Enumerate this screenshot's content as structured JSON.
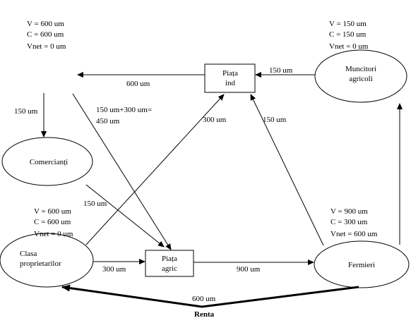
{
  "nodes": {
    "piata_ind": [
      "Piața",
      "ind"
    ],
    "muncitori": [
      "Muncitori",
      "agricoli"
    ],
    "comercianti": "Comercianți",
    "clasa": [
      "Clasa",
      "proprietarilor"
    ],
    "piata_agric": [
      "Piața",
      "agric"
    ],
    "fermieri": "Fermieri"
  },
  "info": {
    "top_left": [
      "V = 600 um",
      "C = 600 um",
      "Vnet = 0 um"
    ],
    "top_right": [
      "V = 150 um",
      "C = 150 um",
      "Vnet = 0 um"
    ],
    "clasa": [
      "V = 600 um",
      "C = 600 um",
      "Vnet = 0 um"
    ],
    "fermieri": [
      "V = 900 um",
      "C = 300 um",
      "Vnet = 600 um"
    ]
  },
  "flows": {
    "600_top": "600 um",
    "150_muncitori": "150 um",
    "150_left": "150 um",
    "sum_a": "150 um+300 um=",
    "sum_b": "450 um",
    "300_up": "300 um",
    "150_up": "150 um",
    "150_com": "150 um",
    "300_agric": "300 um",
    "900_fermieri": "900 um",
    "600_renta": "600 um"
  },
  "renta": "Renta"
}
